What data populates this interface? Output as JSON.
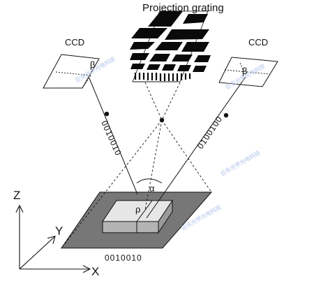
{
  "labels": {
    "projection_grating": "Projection grating",
    "ccd_left": "CCD",
    "ccd_right": "CCD",
    "beta_left": "β",
    "beta_right": "β",
    "alpha": "α",
    "rho": "ρ",
    "axis_z": "Z",
    "axis_y": "Y",
    "axis_x": "X"
  },
  "codes": {
    "left_beam": "0010010",
    "right_beam": "0100100",
    "base": "0010010"
  },
  "watermark": "巨东光学光电科技",
  "colors": {
    "plane": "#777777",
    "block_top": "#e6e6e6",
    "block_front": "#b4b4b4",
    "block_side": "#9a9a9a",
    "grating_dark": "#0a0a0a",
    "ink": "#111111"
  }
}
